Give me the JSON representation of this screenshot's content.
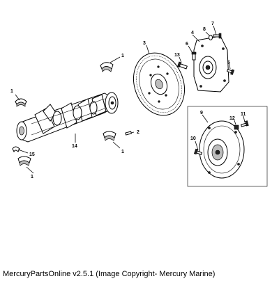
{
  "caption": "MercuryPartsOnline v2.5.1 (Image Copyright- Mercury Marine)",
  "callouts": {
    "c1a": "1",
    "c1b": "1",
    "c1c": "1",
    "c1d": "1",
    "c2": "2",
    "c3": "3",
    "c4": "4",
    "c5": "5",
    "c6": "6",
    "c7": "7",
    "c8": "8",
    "c9": "9",
    "c10": "10",
    "c11": "11",
    "c12": "12",
    "c13": "13",
    "c14": "14",
    "c15": "15"
  }
}
